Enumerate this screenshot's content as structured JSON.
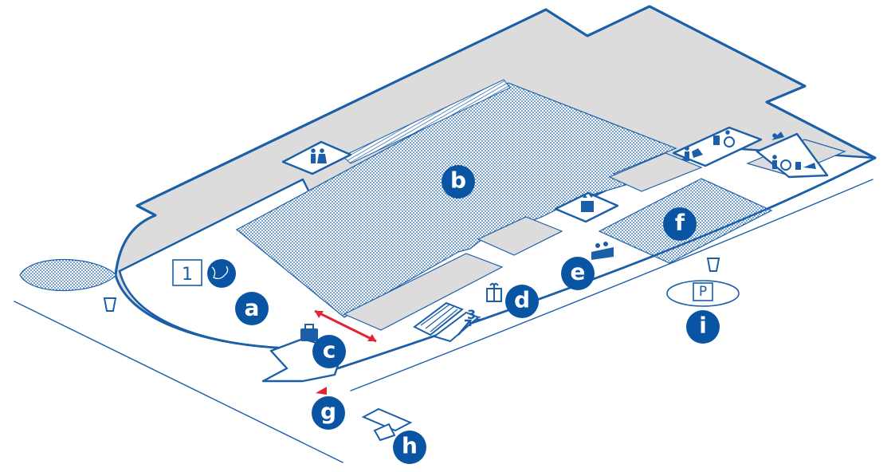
{
  "colors": {
    "primary": "#1a5fa8",
    "marker": "#0a55a3",
    "building": "#dcdcdc",
    "accent_red": "#e0262f",
    "background": "#ffffff"
  },
  "floor_sign": "1",
  "escalator_label": {
    "number": "3",
    "suffix": "F"
  },
  "parking_label": "P",
  "markers": [
    {
      "id": "a",
      "label": "a"
    },
    {
      "id": "b",
      "label": "b"
    },
    {
      "id": "c",
      "label": "c"
    },
    {
      "id": "d",
      "label": "d"
    },
    {
      "id": "e",
      "label": "e"
    },
    {
      "id": "f",
      "label": "f"
    },
    {
      "id": "g",
      "label": "g"
    },
    {
      "id": "h",
      "label": "h"
    },
    {
      "id": "i",
      "label": "i"
    }
  ],
  "icons": [
    "restroom-icon",
    "elevator-icon",
    "accessible-restroom-icon",
    "baby-changing-icon",
    "nursing-room-icon",
    "globe-icon",
    "luggage-icon",
    "gift-shop-icon",
    "waiting-seats-icon",
    "trash-bin-icon",
    "escalator-icon",
    "you-are-here-icon",
    "ticket-gate-icon"
  ]
}
